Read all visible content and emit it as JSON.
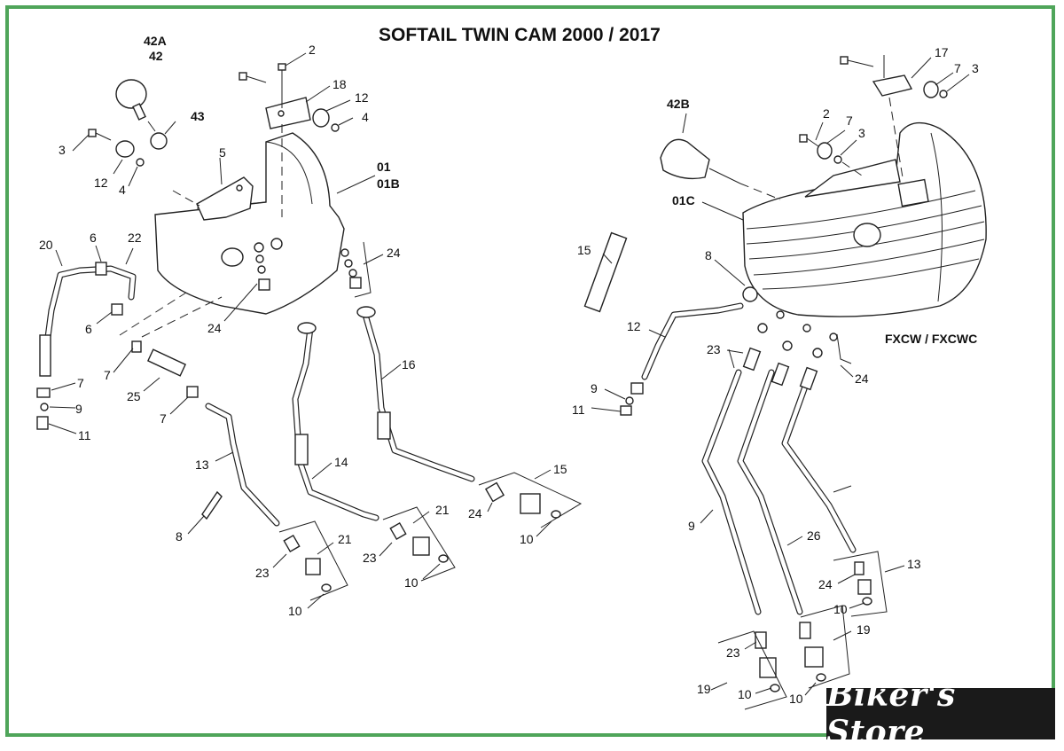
{
  "title": "SOFTAIL TWIN CAM 2000 / 2017",
  "variant_label": "FXCW / FXCWC",
  "brand": "Biker's Store",
  "frame_color": "#4fa55a",
  "callouts_left": {
    "c42a": "42A",
    "c42": "42",
    "c43": "43",
    "c2": "2",
    "c18": "18",
    "c12a": "12",
    "c4a": "4",
    "c3": "3",
    "c12b": "12",
    "c4b": "4",
    "c5": "5",
    "c01": "01",
    "c01b": "01B",
    "c20": "20",
    "c6a": "6",
    "c22": "22",
    "c24a": "24",
    "c24b": "24",
    "c6b": "6",
    "c7a": "7",
    "c25": "25",
    "c7b": "7",
    "c7c": "7",
    "c9": "9",
    "c11": "11",
    "c16": "16",
    "c13": "13",
    "c14": "14",
    "c15": "15",
    "c21a": "21",
    "c21b": "21",
    "c24c": "24",
    "c23a": "23",
    "c23b": "23",
    "c10a": "10",
    "c10b": "10",
    "c10c": "10",
    "c8": "8"
  },
  "callouts_right": {
    "c17": "17",
    "c7": "7",
    "c3a": "3",
    "c42b": "42B",
    "c2": "2",
    "c7b": "7",
    "c3b": "3",
    "c01c": "01C",
    "c15": "15",
    "c8": "8",
    "c12": "12",
    "c23a": "23",
    "c24a": "24",
    "c9a": "9",
    "c11": "11",
    "c9b": "9",
    "c26": "26",
    "c13": "13",
    "c24b": "24",
    "c10a": "10",
    "c19a": "19",
    "c23b": "23",
    "c19b": "19",
    "c10b": "10",
    "c10c": "10"
  }
}
